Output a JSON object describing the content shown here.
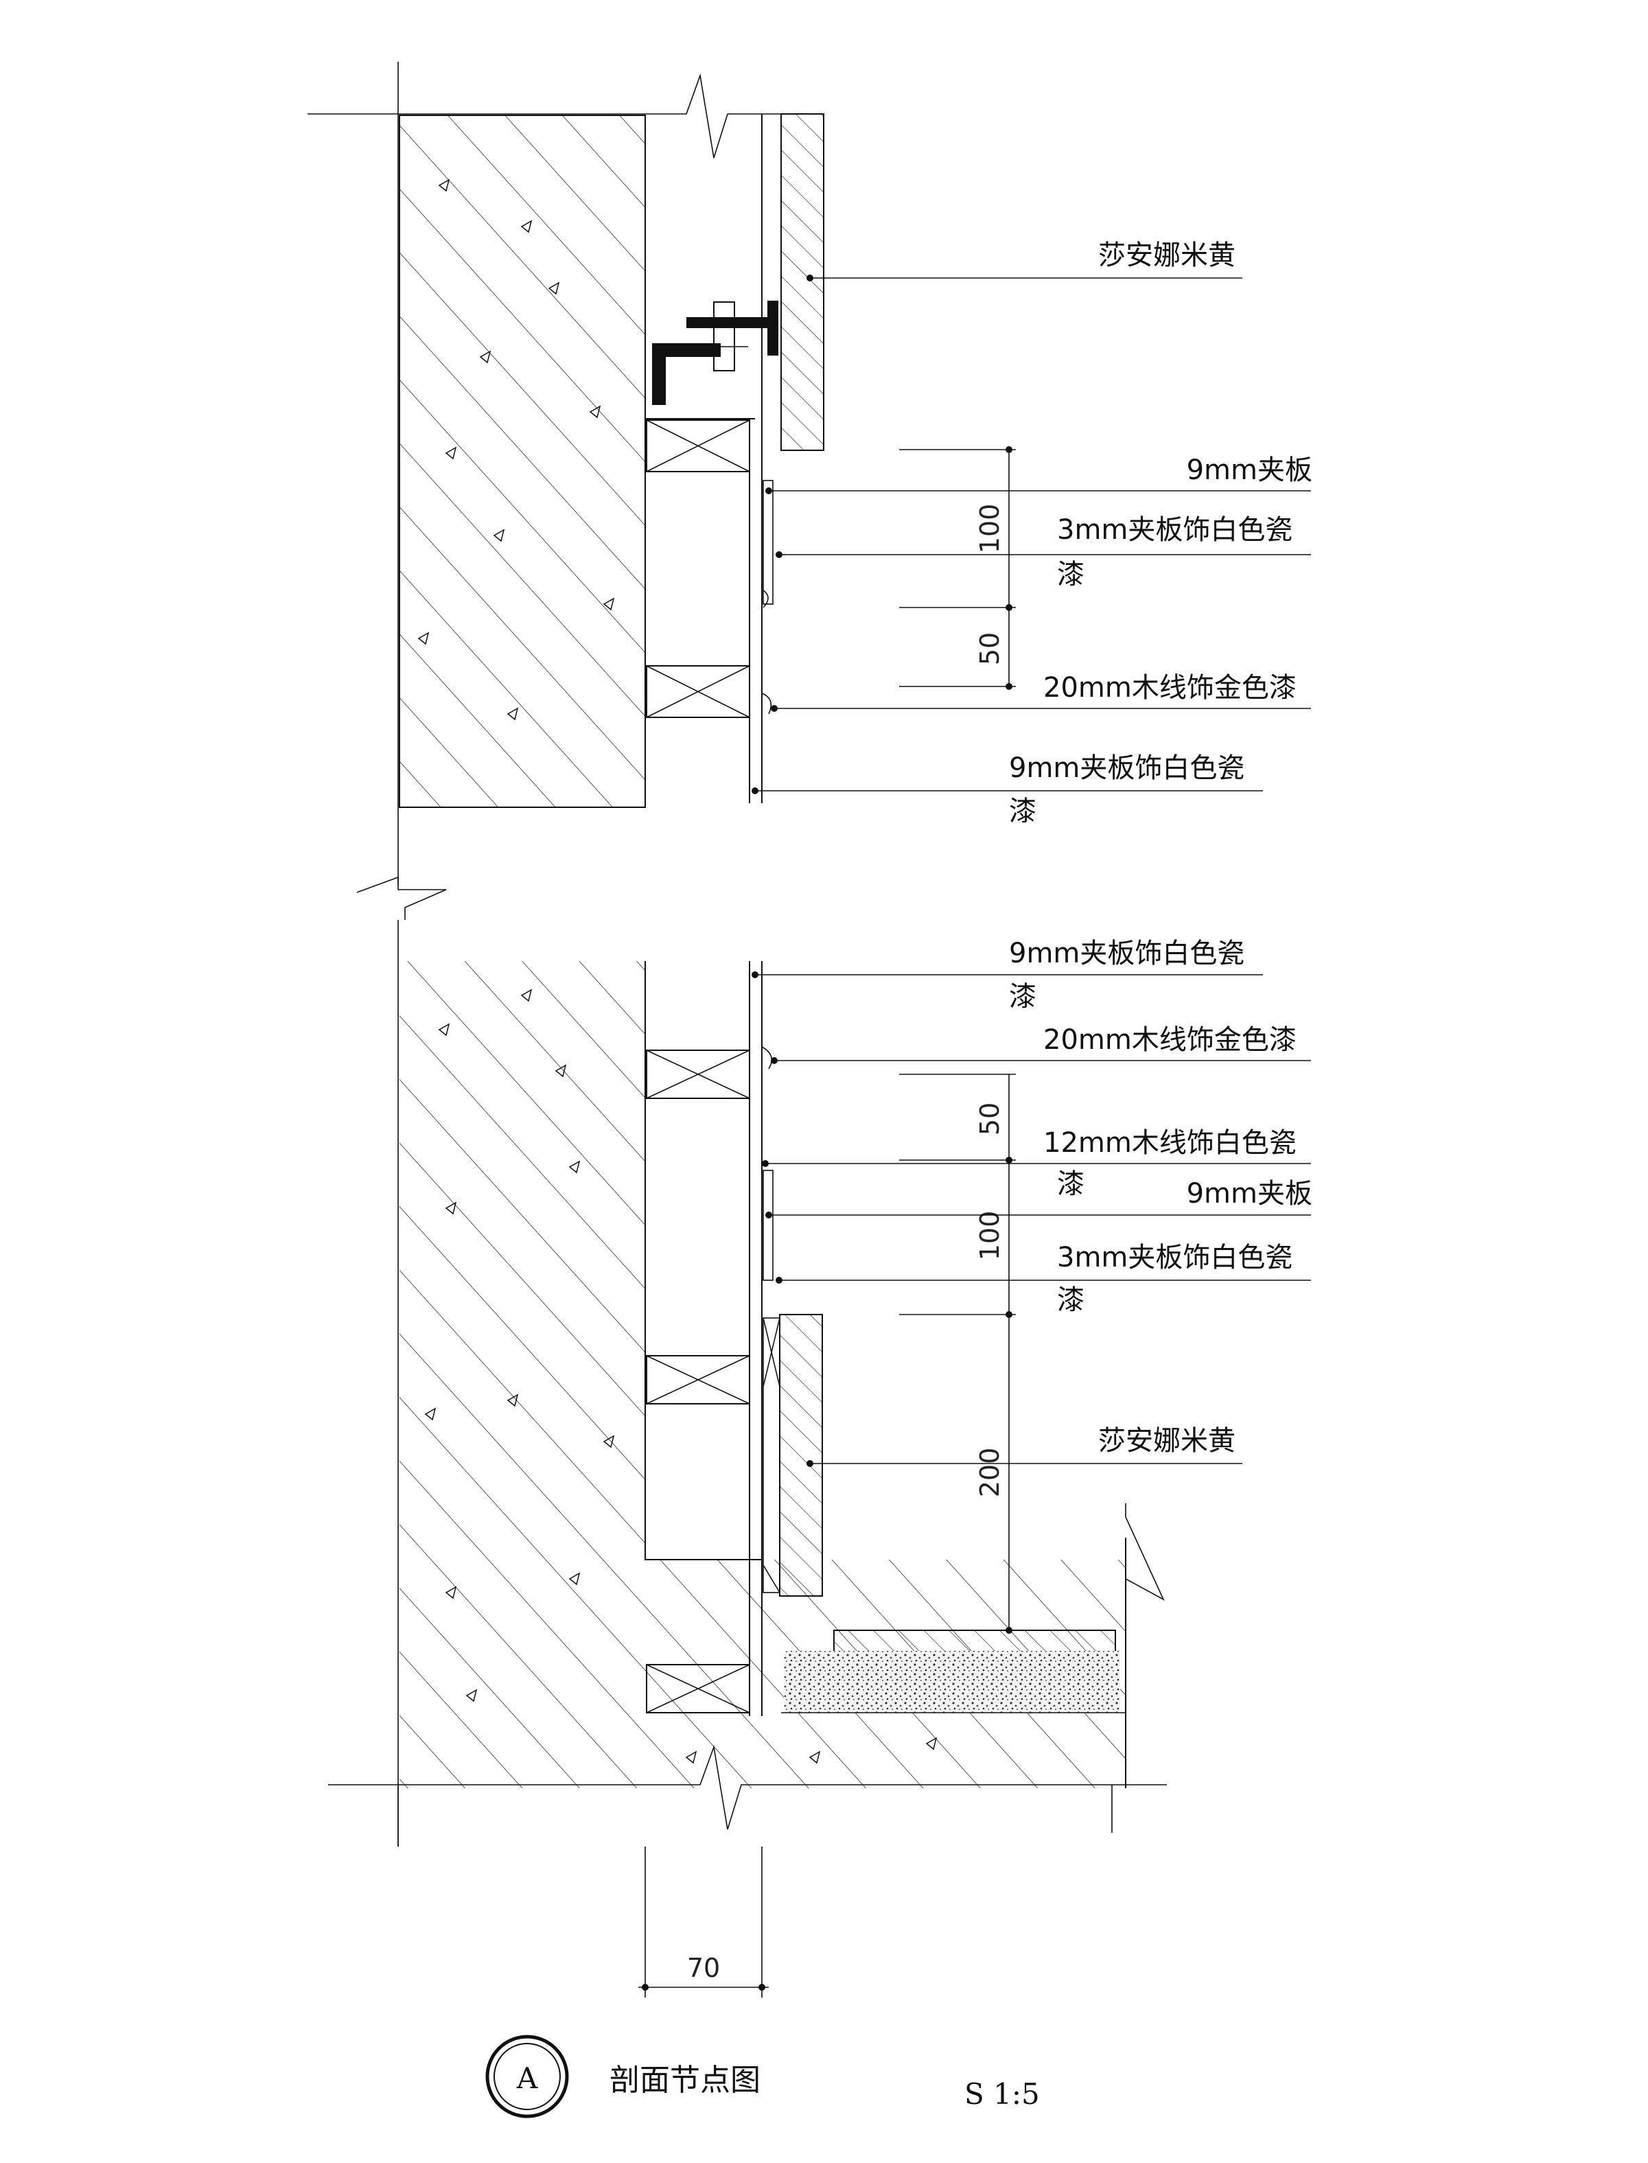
{
  "title": "剖面节点图",
  "section_mark": "A",
  "scale": "S 1:5",
  "upper_labels": [
    {
      "text": "莎安娜米黄"
    },
    {
      "text": "9mm夹板"
    },
    {
      "text": "3mm夹板饰白色瓷",
      "cont": "漆"
    },
    {
      "text": "20mm木线饰金色漆"
    },
    {
      "text": "9mm夹板饰白色瓷",
      "cont": "漆"
    }
  ],
  "lower_labels": [
    {
      "text": "9mm夹板饰白色瓷",
      "cont": "漆"
    },
    {
      "text": "20mm木线饰金色漆"
    },
    {
      "text": "12mm木线饰白色瓷",
      "cont": "漆"
    },
    {
      "text": "9mm夹板"
    },
    {
      "text": "3mm夹板饰白色瓷",
      "cont": "漆"
    },
    {
      "text": "莎安娜米黄"
    }
  ],
  "dimensions": {
    "upper": [
      "100",
      "50"
    ],
    "lower": [
      "50",
      "100",
      "200"
    ],
    "bottom": "70"
  }
}
